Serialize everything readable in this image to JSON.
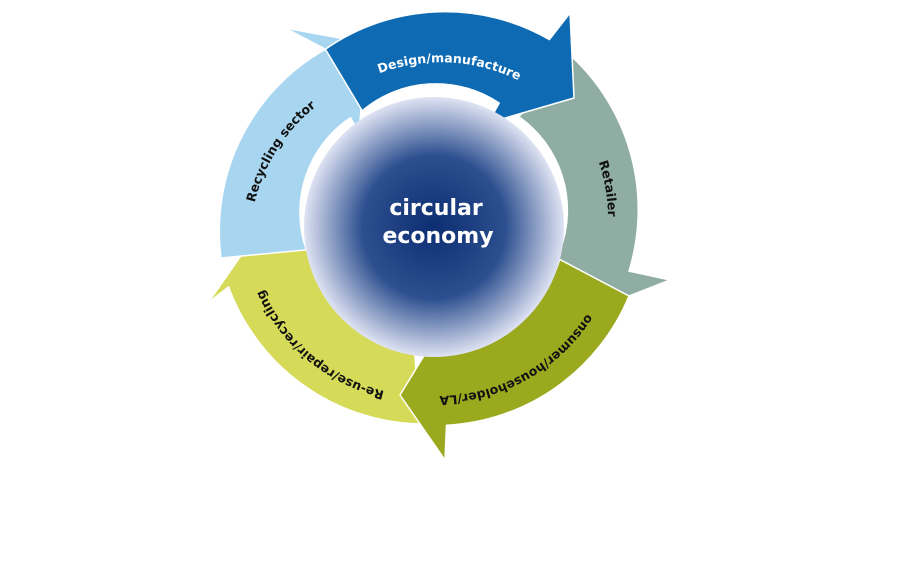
{
  "diagram": {
    "center": {
      "line1": "circular",
      "line2": "economy"
    },
    "segments": [
      {
        "key": "design",
        "label": "Design/manufacture",
        "color": "#0e6bb3",
        "text_color": "#ffffff"
      },
      {
        "key": "retailer",
        "label": "Retailer",
        "color": "#8fada2",
        "text_color": "#111111"
      },
      {
        "key": "consumer",
        "label": "Consumer/householder/LAs",
        "color": "#9aa91e",
        "text_color": "#111111"
      },
      {
        "key": "reuse",
        "label": "Re-use/repair/recycling",
        "color": "#d6da59",
        "text_color": "#111111"
      },
      {
        "key": "recycling",
        "label": "Recycling sector",
        "color": "#a8d6f0",
        "text_color": "#111111"
      }
    ],
    "center_gradient": {
      "inner": "#0d2e72",
      "outer": "#dfe3f3"
    }
  }
}
